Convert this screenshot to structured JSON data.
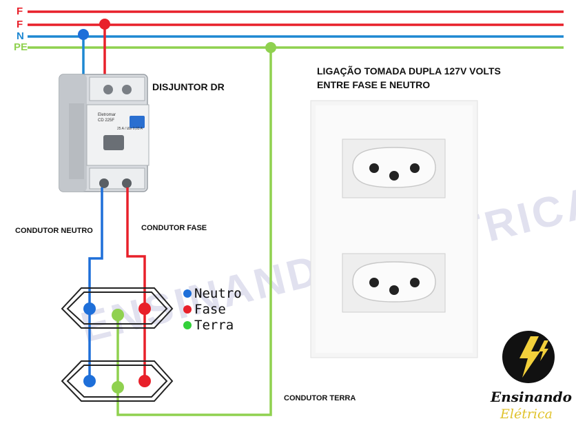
{
  "buses": [
    {
      "label": "F",
      "color": "#e8202a"
    },
    {
      "label": "F",
      "color": "#e8202a"
    },
    {
      "label": "N",
      "color": "#1e88d2"
    },
    {
      "label": "PE",
      "color": "#8fd14f"
    }
  ],
  "breaker": {
    "title": "DISJUNTOR DR",
    "brand": "Eletromar",
    "model": "CD 225F",
    "rating": "25 A / IΔn 0,03 A"
  },
  "captions": {
    "neutral_conductor": "CONDUTOR NEUTRO",
    "phase_conductor": "CONDUTOR FASE",
    "ground_conductor": "CONDUTOR TERRA"
  },
  "socket_title_line1": "LIGAÇÃO TOMADA DUPLA 127V VOLTS",
  "socket_title_line2": "ENTRE FASE E NEUTRO",
  "legend": [
    {
      "label": "Neutro",
      "color": "#1e6fd9"
    },
    {
      "label": "Fase",
      "color": "#e8202a"
    },
    {
      "label": "Terra",
      "color": "#33d13a"
    }
  ],
  "watermark": "ENSINANDO ELETRICA",
  "logo": {
    "line1": "Ensinando",
    "line2": "Elétrica"
  },
  "colors": {
    "phase": "#e8202a",
    "neutral": "#1e6fd9",
    "ground": "#8fd14f"
  }
}
